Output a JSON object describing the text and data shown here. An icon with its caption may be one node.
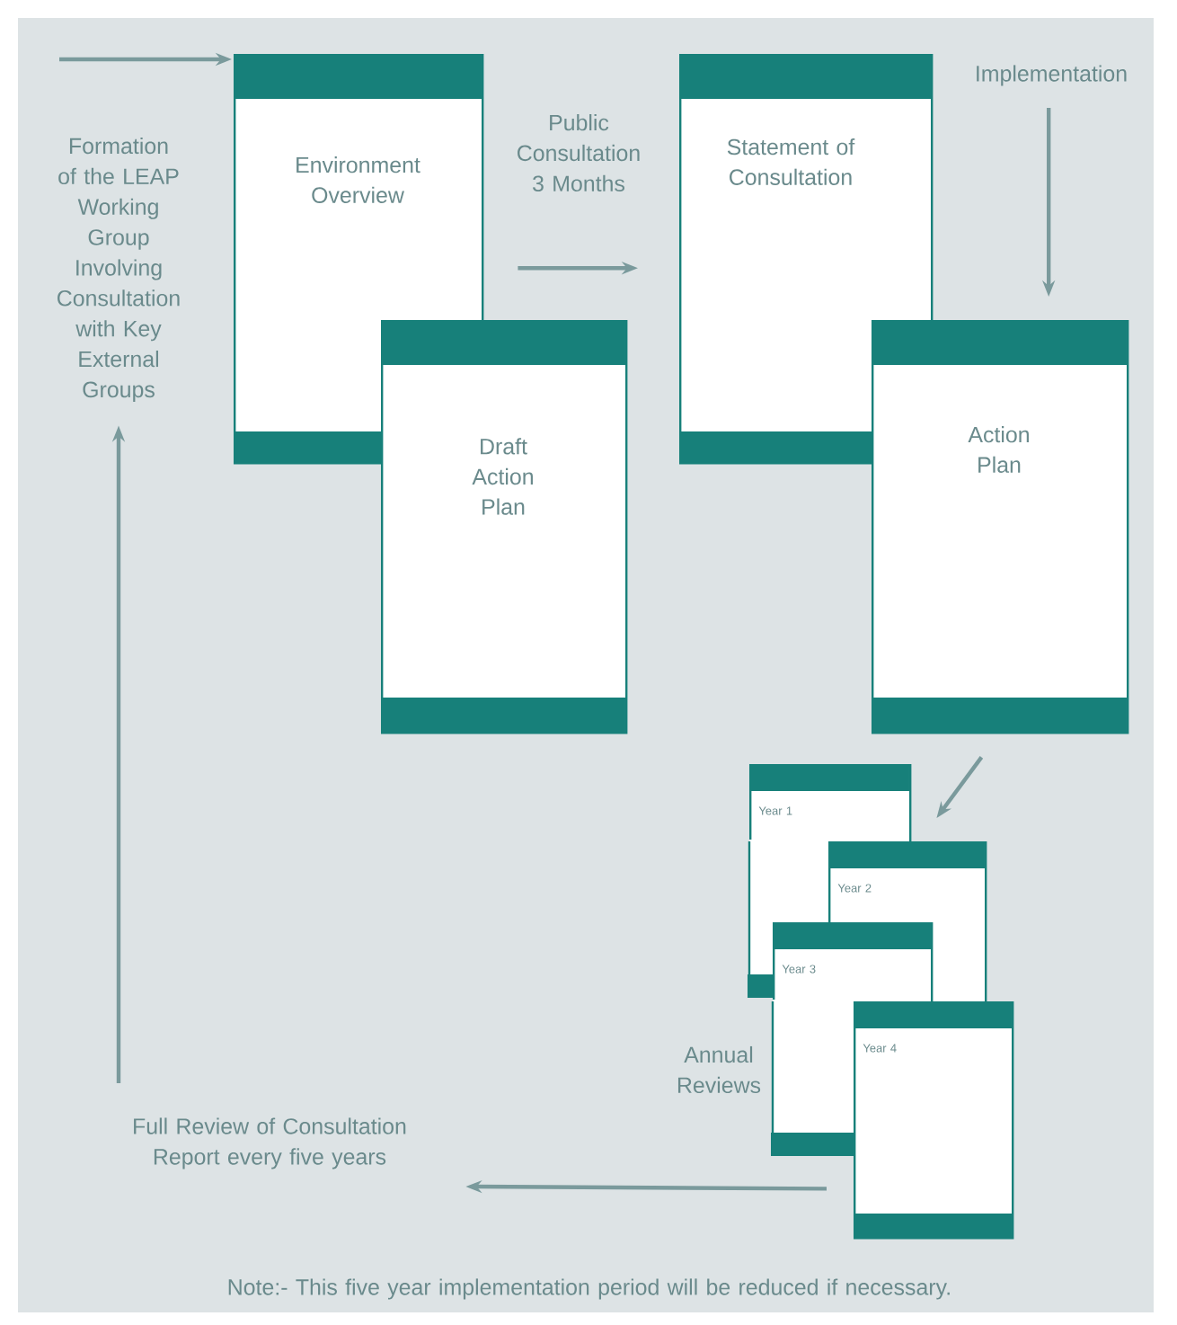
{
  "diagram": {
    "nodes": [
      {
        "text": [
          "Formation of the LEAP Working Group Involving Consultation with Key External Groups"
        ]
      },
      {
        "text": [
          "Environment Overview"
        ]
      },
      {
        "text": [
          "Draft Action Plan"
        ]
      },
      {
        "text": [
          "Statement of Consultation"
        ]
      },
      {
        "text": [
          "Action Plan"
        ]
      },
      {
        "text": [
          "Year 1"
        ]
      },
      {
        "text": [
          "Year 2"
        ]
      },
      {
        "text": [
          "Year 3"
        ]
      },
      {
        "text": [
          "Year 4"
        ]
      },
      {
        "text": [
          "Full Review of Consultation Report every five years"
        ]
      }
    ],
    "edges": [
      {
        "from": null,
        "to": 1,
        "arrow": "to"
      },
      {
        "from": 1,
        "to": 3,
        "arrow": "to",
        "label": "Public Consultation 3 Months"
      },
      {
        "from": null,
        "to": 4,
        "arrow": "to",
        "label": "Implementation"
      },
      {
        "from": 4,
        "to": 6,
        "arrow": "to"
      },
      {
        "from": 8,
        "to": 9,
        "arrow": "to"
      },
      {
        "from": 9,
        "to": 0,
        "arrow": "to"
      }
    ],
    "labels": [
      "Annual Reviews",
      "Note:- This five year implementation period will be reduced if necessary."
    ]
  }
}
